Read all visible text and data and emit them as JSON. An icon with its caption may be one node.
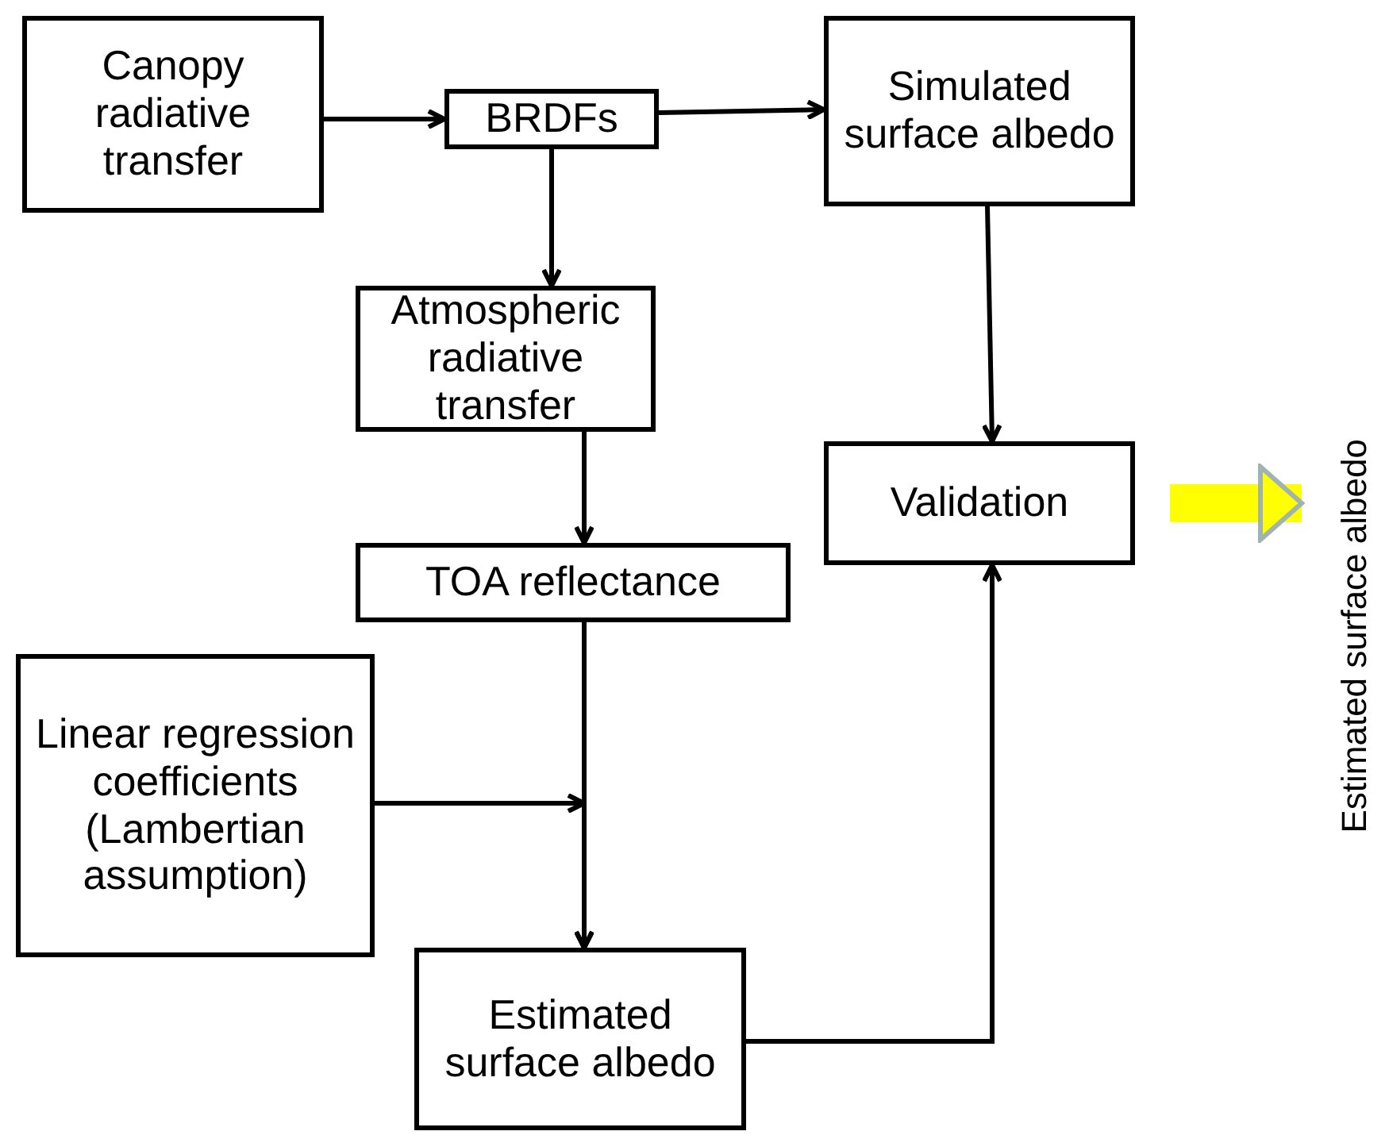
{
  "diagram": {
    "nodes": [
      {
        "text": [
          "Canopy radiative transfer"
        ]
      },
      {
        "text": [
          "BRDFs"
        ]
      },
      {
        "text": [
          "Simulated surface albedo"
        ]
      },
      {
        "text": [
          "Atmospheric radiative transfer"
        ]
      },
      {
        "text": [
          "Validation"
        ]
      },
      {
        "text": [
          "TOA reflectance"
        ]
      },
      {
        "text": [
          "Linear regression coefficients (Lambertian assumption)"
        ]
      },
      {
        "text": [
          "Estimated surface albedo"
        ]
      },
      {
        "text": [
          "Estimated surface albedo"
        ]
      }
    ],
    "edges": [
      {
        "from": 0,
        "to": 1,
        "arrow": "to"
      },
      {
        "from": 1,
        "to": 2,
        "arrow": "to"
      },
      {
        "from": 1,
        "to": 3,
        "arrow": "to"
      },
      {
        "from": 2,
        "to": 4,
        "arrow": "to"
      },
      {
        "from": 3,
        "to": 5,
        "arrow": "to"
      },
      {
        "from": 5,
        "to": 7,
        "arrow": "to"
      },
      {
        "from": 6,
        "to": 7,
        "arrow": "to"
      },
      {
        "from": 7,
        "to": 4,
        "arrow": "to"
      },
      {
        "from": 4,
        "to": 8,
        "arrow": "to",
        "style": "thick",
        "color": "#ffff00"
      }
    ]
  }
}
